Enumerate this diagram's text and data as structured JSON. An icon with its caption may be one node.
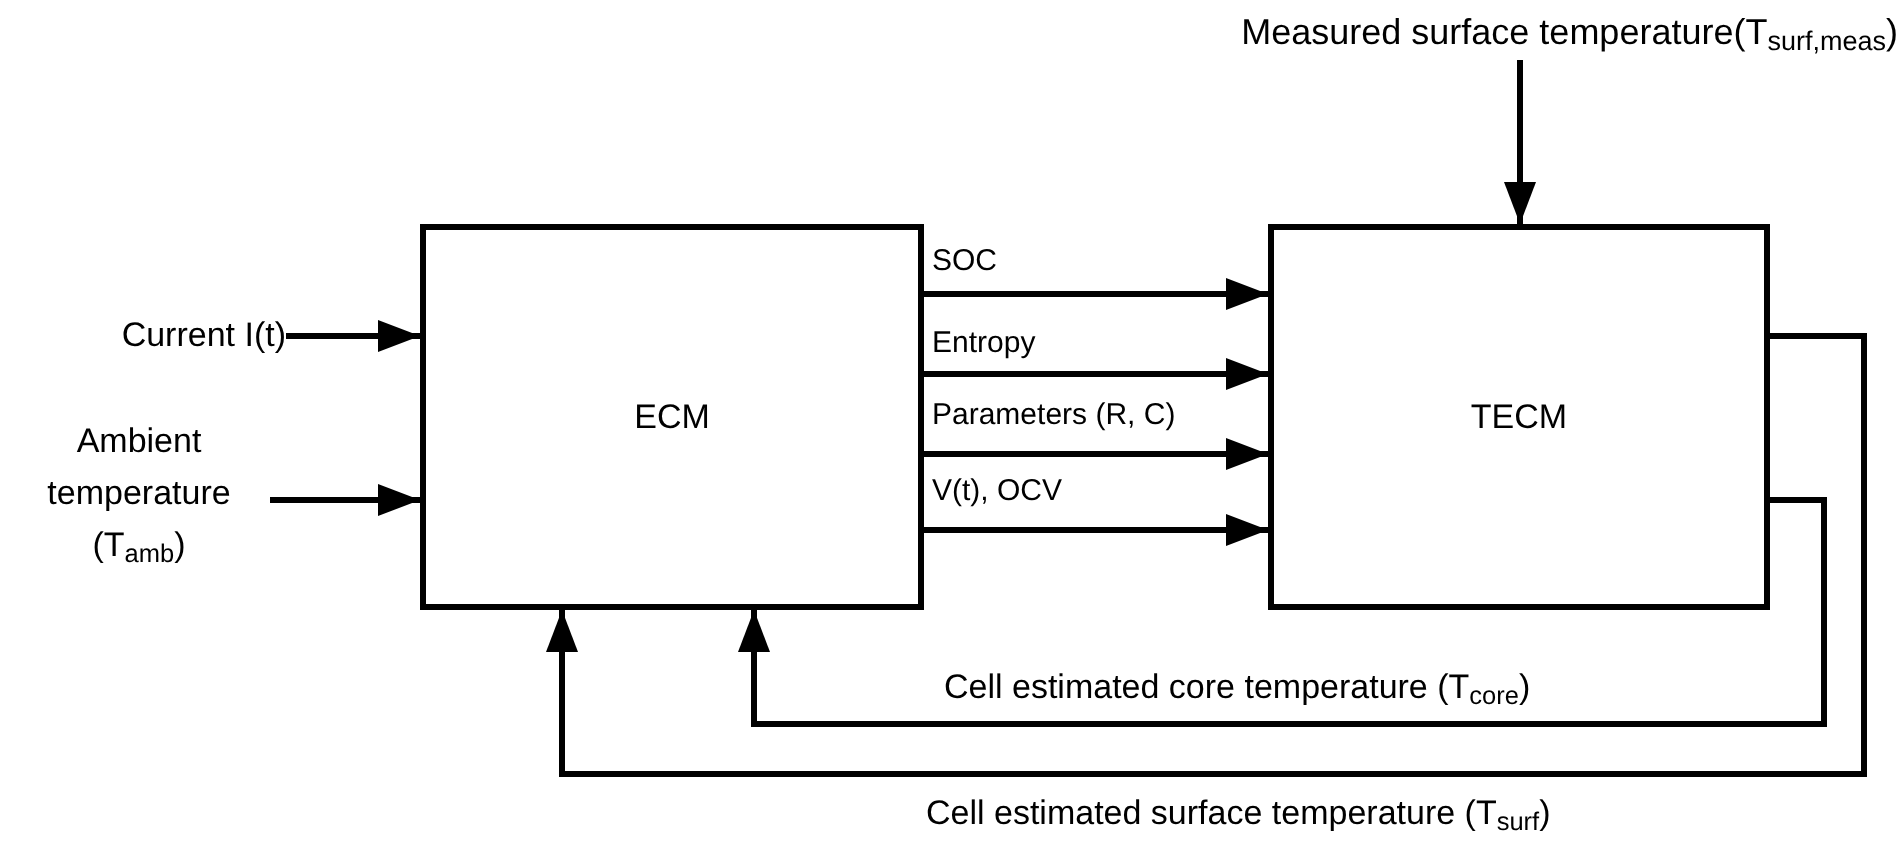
{
  "diagram": {
    "nodes": [
      {
        "text": [
          "ECM"
        ]
      },
      {
        "text": [
          "TECM"
        ]
      },
      {
        "text": [
          "Current I(t)"
        ]
      },
      {
        "text": [
          "Ambient temperature (T$_{amb}$)"
        ]
      },
      {
        "text": [
          "Measured surface temperature(T$_{surf,meas}$)"
        ]
      }
    ],
    "edges": [
      {
        "from": 2,
        "to": 0,
        "arrow": "to"
      },
      {
        "from": 3,
        "to": 0,
        "arrow": "to"
      },
      {
        "from": 4,
        "to": 1,
        "arrow": "to"
      },
      {
        "from": 0,
        "to": 1,
        "arrow": "to",
        "label": "SOC"
      },
      {
        "from": 0,
        "to": 1,
        "arrow": "to",
        "label": "Entropy"
      },
      {
        "from": 0,
        "to": 1,
        "arrow": "to",
        "label": "Parameters (R, C)"
      },
      {
        "from": 0,
        "to": 1,
        "arrow": "to",
        "label": "V(t), OCV"
      },
      {
        "from": 1,
        "to": 0,
        "arrow": "to",
        "label": "Cell estimated core temperature (T$_{core}$)"
      },
      {
        "from": 1,
        "to": 0,
        "arrow": "to",
        "label": "Cell estimated surface temperature (T$_{surf}$)"
      }
    ]
  }
}
